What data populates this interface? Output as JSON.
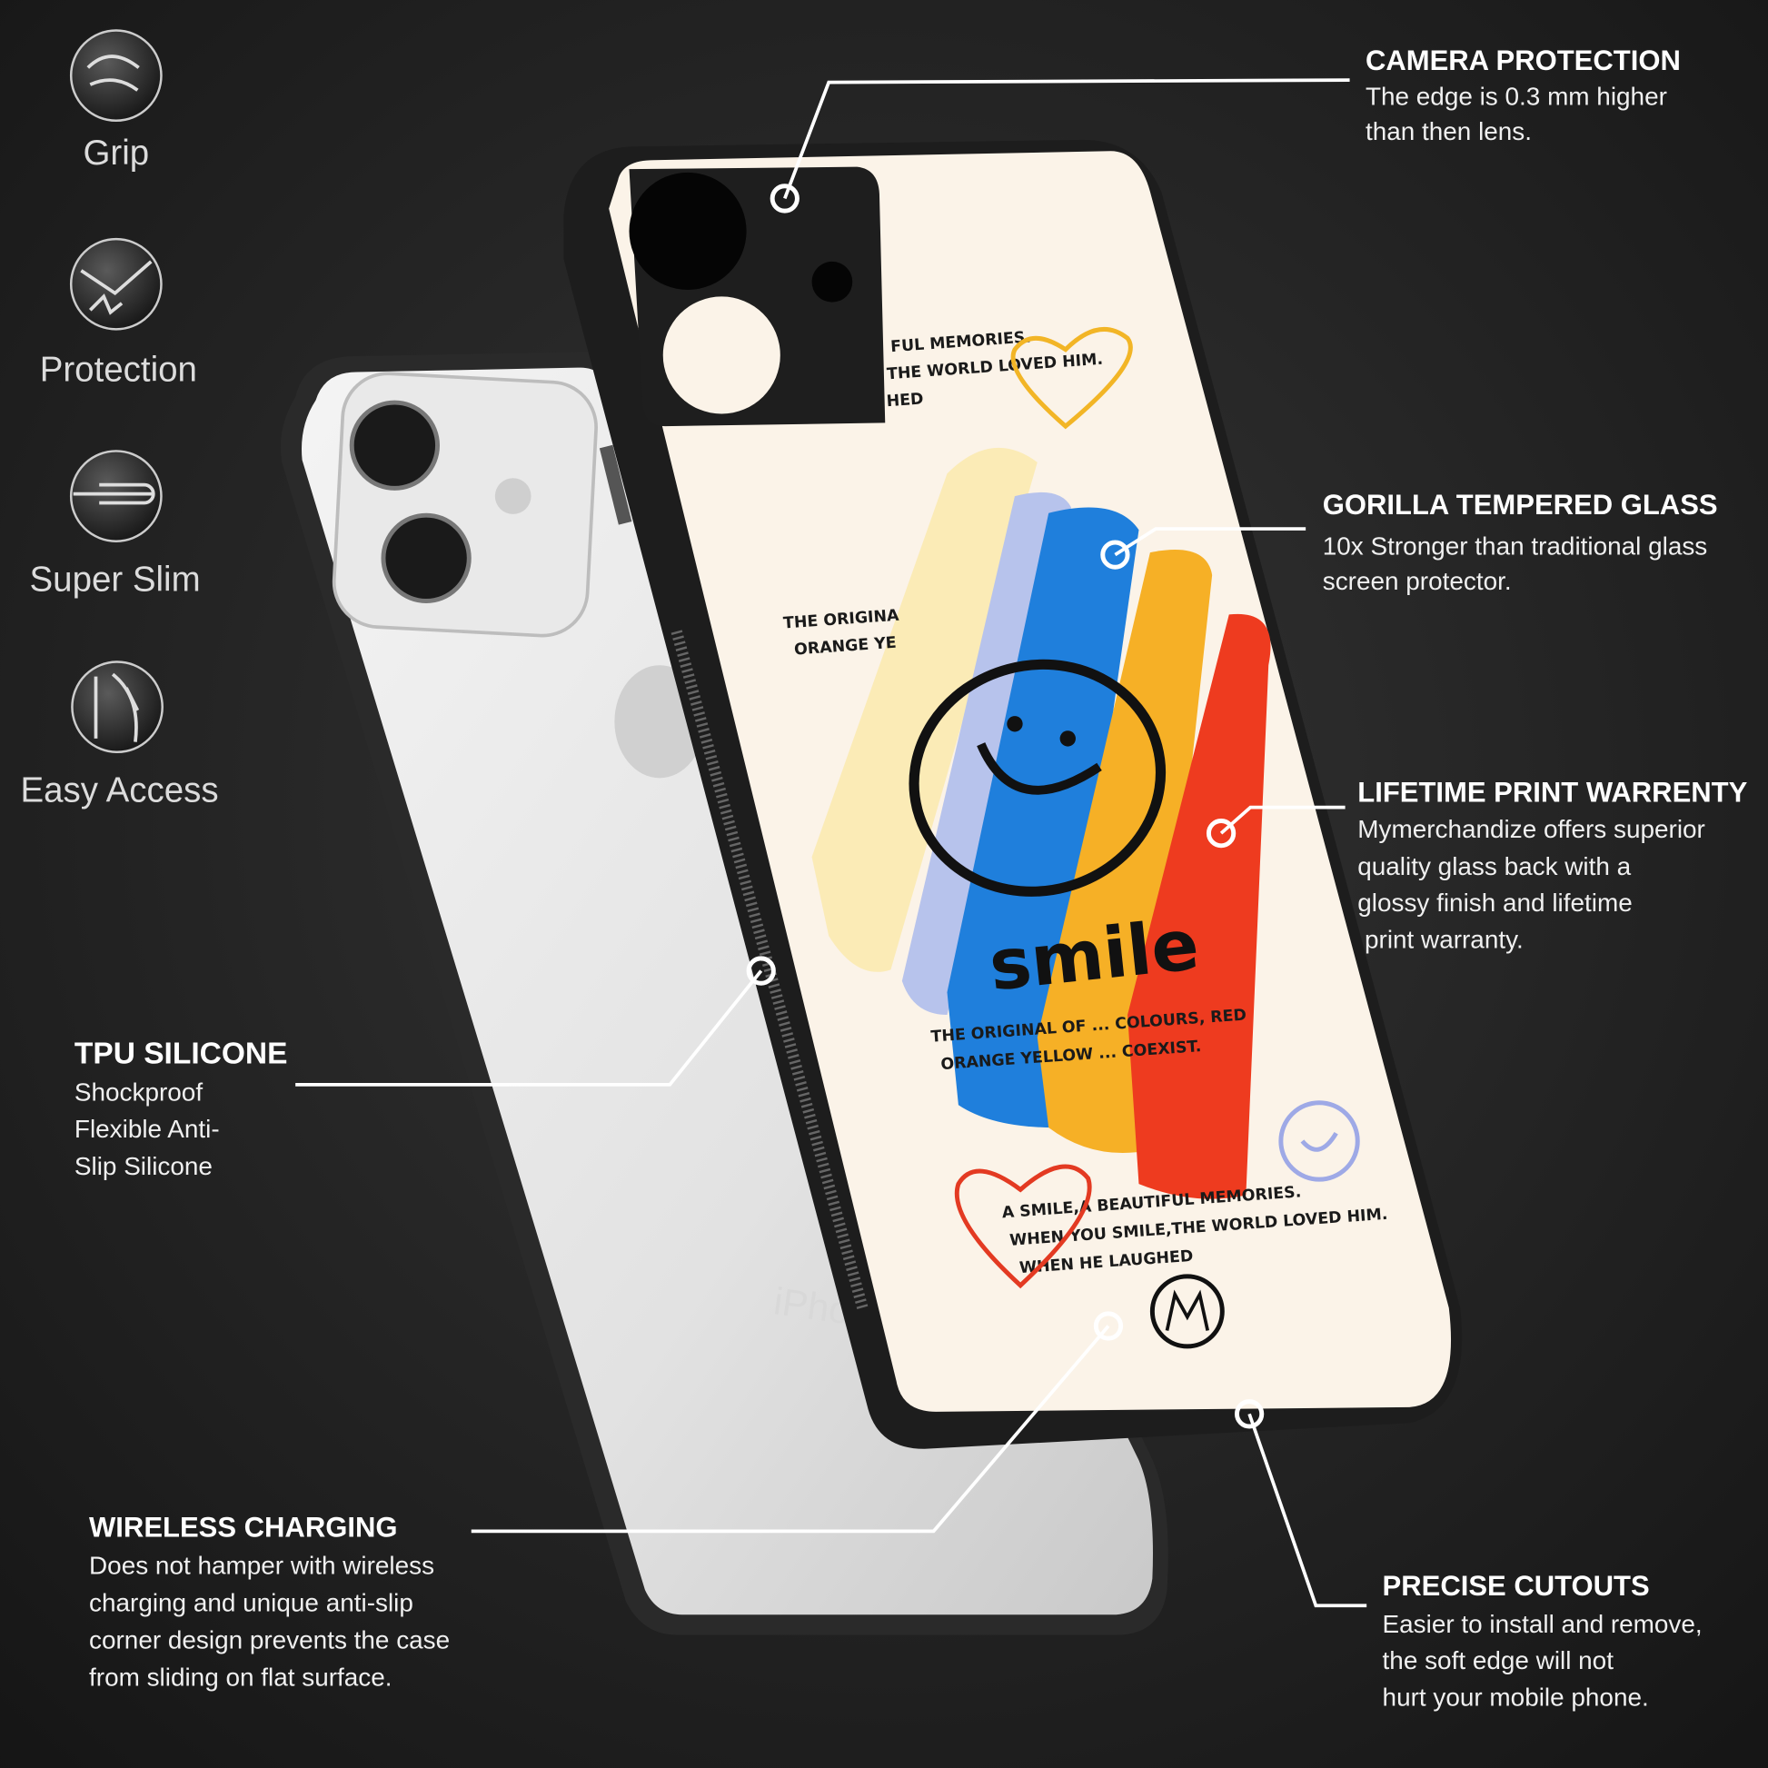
{
  "features_left": [
    {
      "label": "Grip",
      "icon": "hand-grip-icon"
    },
    {
      "label": "Protection",
      "icon": "shield-impact-icon"
    },
    {
      "label": "Super Slim",
      "icon": "slim-profile-icon"
    },
    {
      "label": "Easy Access",
      "icon": "touch-access-icon"
    }
  ],
  "callouts": {
    "camera": {
      "title": "CAMERA PROTECTION",
      "lines": [
        "The edge is 0.3 mm higher",
        "than then lens."
      ]
    },
    "gorilla": {
      "title": "GORILLA TEMPERED GLASS",
      "lines": [
        "10x Stronger than traditional glass",
        "screen protector."
      ]
    },
    "lifetime": {
      "title": "LIFETIME PRINT WARRENTY",
      "lines": [
        "Mymerchandize offers superior",
        "quality glass back with a",
        "glossy finish and lifetime",
        " print warranty."
      ]
    },
    "tpu": {
      "title": "TPU SILICONE",
      "lines": [
        "Shockproof",
        "Flexible Anti-",
        "Slip Silicone"
      ]
    },
    "wireless": {
      "title": "WIRELESS CHARGING",
      "lines": [
        "Does not hamper with wireless",
        "charging and unique anti-slip",
        "corner design prevents the case",
        "from sliding on flat surface."
      ]
    },
    "cutouts": {
      "title": "PRECISE CUTOUTS",
      "lines": [
        "Easier to install and remove,",
        "the soft edge will not",
        "hurt your mobile phone."
      ]
    }
  },
  "phone_print": {
    "top_lines": [
      "FUL MEMORIES.",
      "THE WORLD LOVED HIM.",
      "HED"
    ],
    "mid_lines": [
      "THE ORIGINA",
      "ORANGE YE"
    ],
    "lower_lines": [
      "THE ORIGINAL OF ... COLOURS, RED",
      "ORANGE YELLOW ... COEXIST."
    ],
    "word": "smile",
    "bottom_lines": [
      "A SMILE,A BEAUTIFUL MEMORIES.",
      "WHEN YOU SMILE,THE WORLD LOVED HIM.",
      "WHEN HE LAUGHED"
    ],
    "colors": {
      "cream": "#fbf3e8",
      "blue": "#1f7fdc",
      "yellow": "#f6b026",
      "red": "#ee3b1f",
      "pale_yellow": "#fbeab0",
      "lavender": "#9ea9e6"
    }
  },
  "back_phone_text": "iPhone"
}
